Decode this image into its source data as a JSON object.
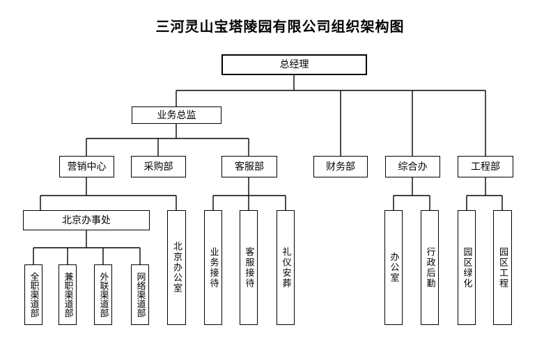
{
  "title": "三河灵山宝塔陵园有限公司组织架构图",
  "colors": {
    "background": "#ffffff",
    "line": "#000000",
    "box_border": "#000000",
    "text": "#000000"
  },
  "nodes": {
    "general_manager": "总经理",
    "business_director": "业务总监",
    "marketing_center": "营销中心",
    "purchasing_dept": "采购部",
    "customer_service_dept": "客服部",
    "finance_dept": "财务部",
    "general_affairs_office": "综合办",
    "engineering_dept": "工程部",
    "beijing_branch_office": "北京办事处",
    "beijing_office": "北京办公室",
    "business_reception": "业务接待",
    "customer_reception": "客服接待",
    "funeral_etiquette": "礼仪安葬",
    "office": "办公室",
    "admin_logistics": "行政后勤",
    "park_greening": "园区绿化",
    "park_engineering": "园区工程",
    "fulltime_channel_dept": "全职渠道部",
    "parttime_channel_dept": "兼职渠道部",
    "external_channel_dept": "外联渠道部",
    "network_channel_dept": "网络渠道部"
  },
  "edges": [
    [
      "general_manager",
      "business_director"
    ],
    [
      "general_manager",
      "finance_dept"
    ],
    [
      "general_manager",
      "general_affairs_office"
    ],
    [
      "general_manager",
      "engineering_dept"
    ],
    [
      "business_director",
      "marketing_center"
    ],
    [
      "business_director",
      "purchasing_dept"
    ],
    [
      "business_director",
      "customer_service_dept"
    ],
    [
      "marketing_center",
      "beijing_branch_office"
    ],
    [
      "marketing_center",
      "beijing_office"
    ],
    [
      "customer_service_dept",
      "business_reception"
    ],
    [
      "customer_service_dept",
      "customer_reception"
    ],
    [
      "customer_service_dept",
      "funeral_etiquette"
    ],
    [
      "general_affairs_office",
      "office"
    ],
    [
      "general_affairs_office",
      "admin_logistics"
    ],
    [
      "engineering_dept",
      "park_greening"
    ],
    [
      "engineering_dept",
      "park_engineering"
    ],
    [
      "beijing_branch_office",
      "fulltime_channel_dept"
    ],
    [
      "beijing_branch_office",
      "parttime_channel_dept"
    ],
    [
      "beijing_branch_office",
      "external_channel_dept"
    ],
    [
      "beijing_branch_office",
      "network_channel_dept"
    ]
  ]
}
